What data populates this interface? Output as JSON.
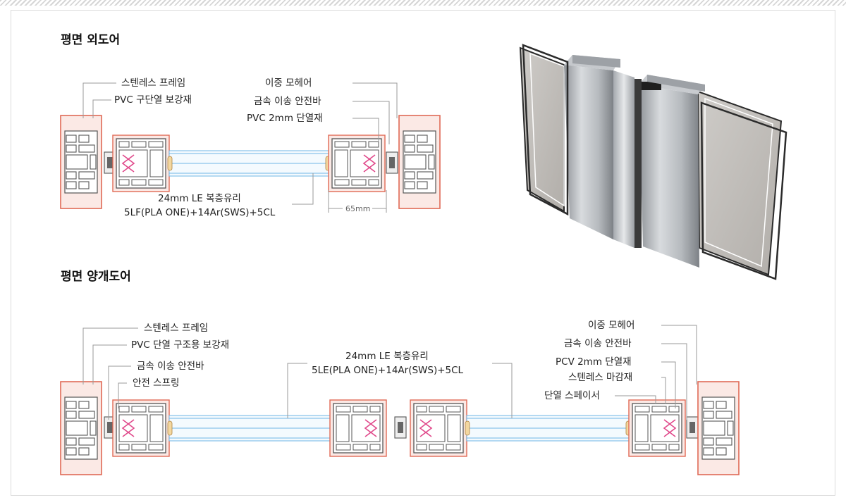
{
  "section_top": {
    "title": "평면 외도어",
    "labels_left": [
      "스텐레스 프레임",
      "PVC 구단열 보강재"
    ],
    "labels_right": [
      "이중 모헤어",
      "금속 이송 안전바",
      "PVC 2mm 단열재"
    ],
    "glass_label_1": "24mm LE 복층유리",
    "glass_label_2": "5LF(PLA ONE)+14Ar(SWS)+5CL",
    "dimension": "65mm"
  },
  "section_bottom": {
    "title": "평면 양개도어",
    "labels_left": [
      "스텐레스 프레임",
      "PVC 단열 구조용 보강재",
      "금속 이송 안전바",
      "안전 스프링"
    ],
    "labels_right": [
      "이중 모헤어",
      "금속 이송 안전바",
      "PCV 2mm 단열재",
      "스텐레스 마감재",
      "단열 스페이서"
    ],
    "glass_label_1": "24mm LE 복층유리",
    "glass_label_2": "5LE(PLA ONE)+14Ar(SWS)+5CL"
  },
  "colors": {
    "frame_outline": "#e06a56",
    "frame_fill": "#fbe9e5",
    "glass": "#6fb7e6",
    "profile": "#555555",
    "accent_pink": "#e0488a"
  }
}
